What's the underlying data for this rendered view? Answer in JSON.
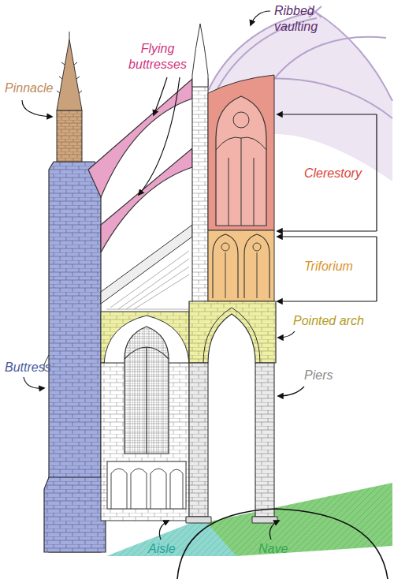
{
  "diagram": {
    "labels": [
      "Flying buttresses",
      "Ribbed vaulting",
      "Pinnacle",
      "Clerestory",
      "Triforium",
      "Pointed arch",
      "Buttress",
      "Piers",
      "Aisle",
      "Nave"
    ]
  }
}
